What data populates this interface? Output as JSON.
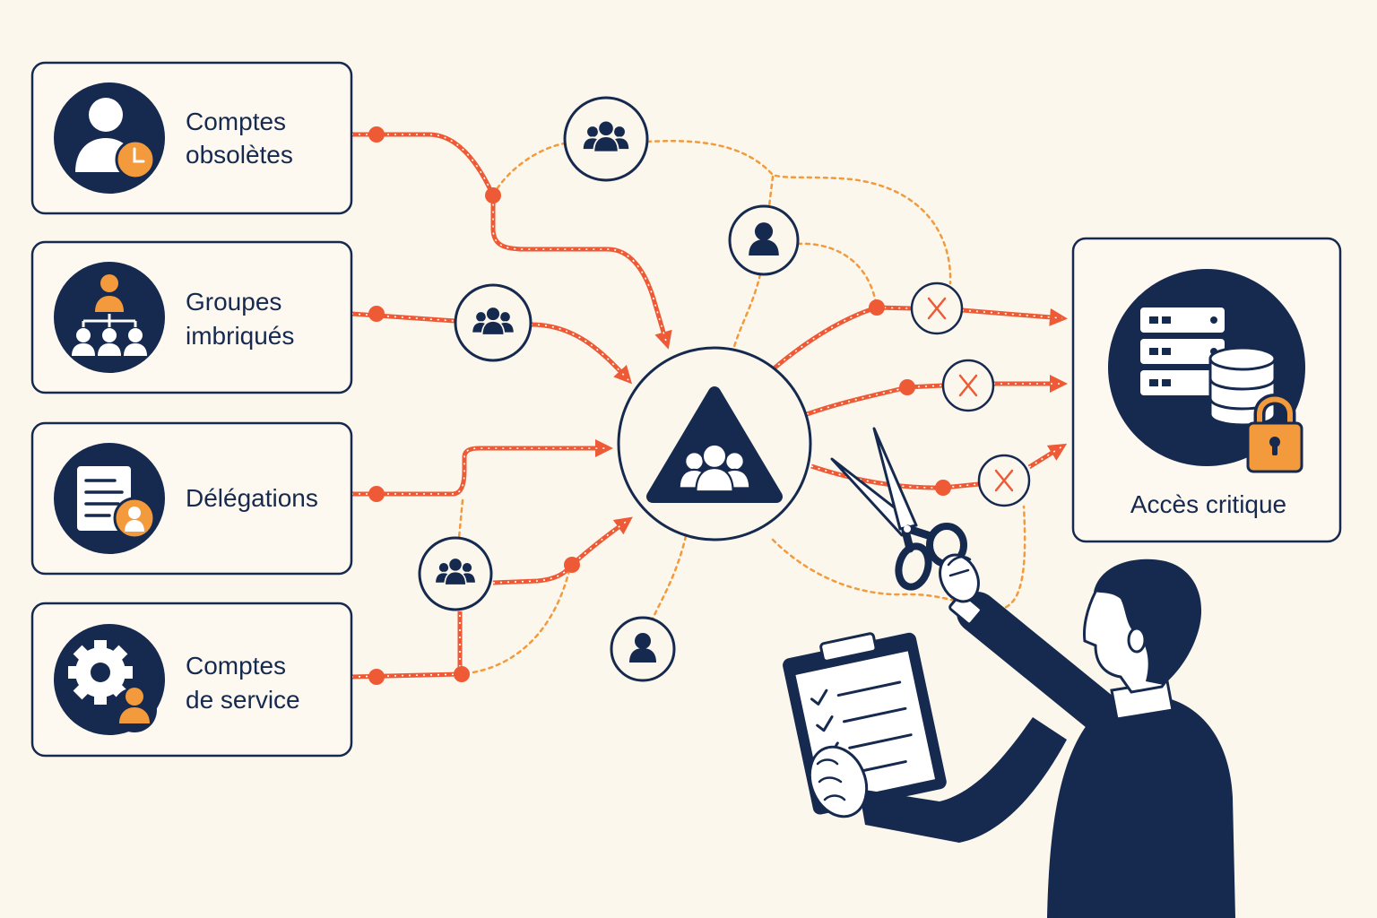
{
  "sources": [
    {
      "line1": "Comptes",
      "line2": "obsolètes",
      "icon": "user-clock-icon"
    },
    {
      "line1": "Groupes",
      "line2": "imbriqués",
      "icon": "org-chart-icon"
    },
    {
      "line1": "Délégations",
      "icon": "document-user-icon"
    },
    {
      "line1": "Comptes",
      "line2": "de service",
      "icon": "gear-user-icon"
    }
  ],
  "target": {
    "label": "Accès critique",
    "icon": "server-database-lock-icon"
  },
  "hub": {
    "icon": "group-warning-triangle-icon"
  },
  "colors": {
    "navy": "#16294f",
    "red": "#ee5a35",
    "orange": "#f29a3c",
    "background": "#fcf7ec"
  }
}
